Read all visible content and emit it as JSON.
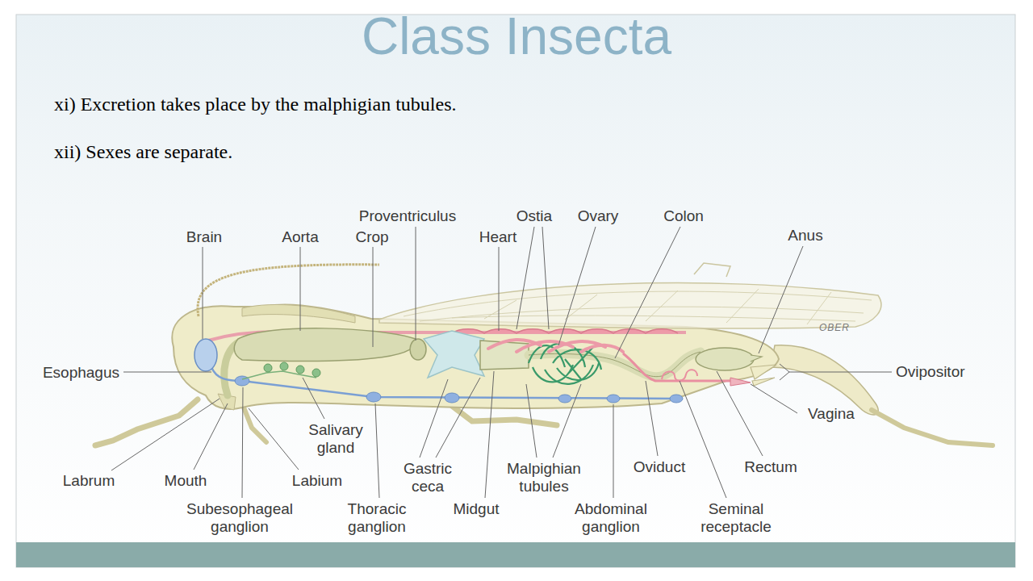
{
  "diagram": {
    "title": "Class Insecta",
    "labels": [
      "xi) Excretion takes place by the malphigian tubules.",
      "xii) Sexes are separate.",
      "Brain",
      "Aorta",
      "Proventriculus",
      "Crop",
      "Ostia",
      "Ovary",
      "Heart",
      "Colon",
      "Anus",
      "Esophagus",
      "Ovipositor",
      "Salivary gland",
      "Vagina",
      "Labrum",
      "Mouth",
      "Labium",
      "Gastric ceca",
      "Malpighian tubules",
      "Oviduct",
      "Rectum",
      "Subesophageal ganglion",
      "Thoracic ganglion",
      "Midgut",
      "Abdominal ganglion",
      "Seminal receptacle",
      "OBER"
    ]
  }
}
